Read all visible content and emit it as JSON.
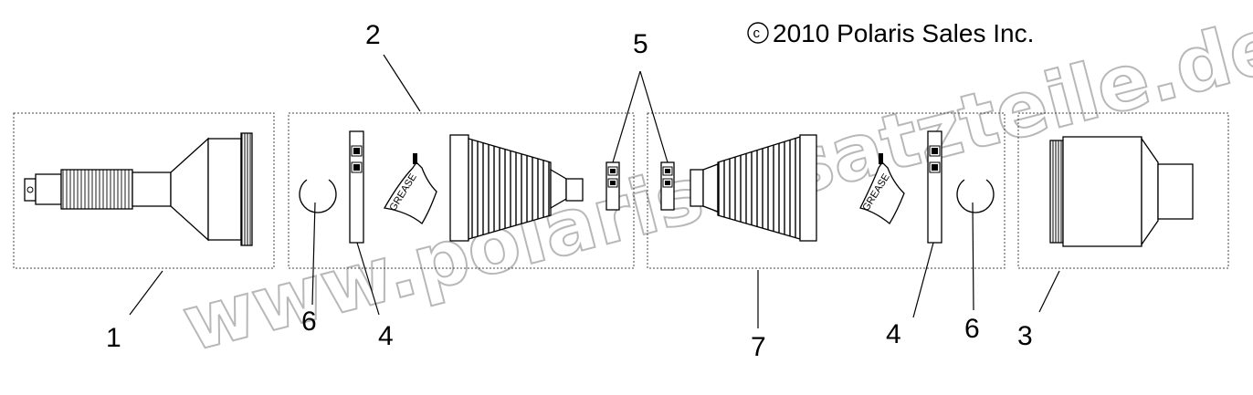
{
  "copyright": {
    "symbol": "©",
    "text": "2010 Polaris Sales Inc."
  },
  "watermark": "www.polarisersatzteile.de",
  "grease_label": "GREASE",
  "callouts": [
    "1",
    "2",
    "3",
    "4",
    "4",
    "5",
    "6",
    "6",
    "7"
  ]
}
